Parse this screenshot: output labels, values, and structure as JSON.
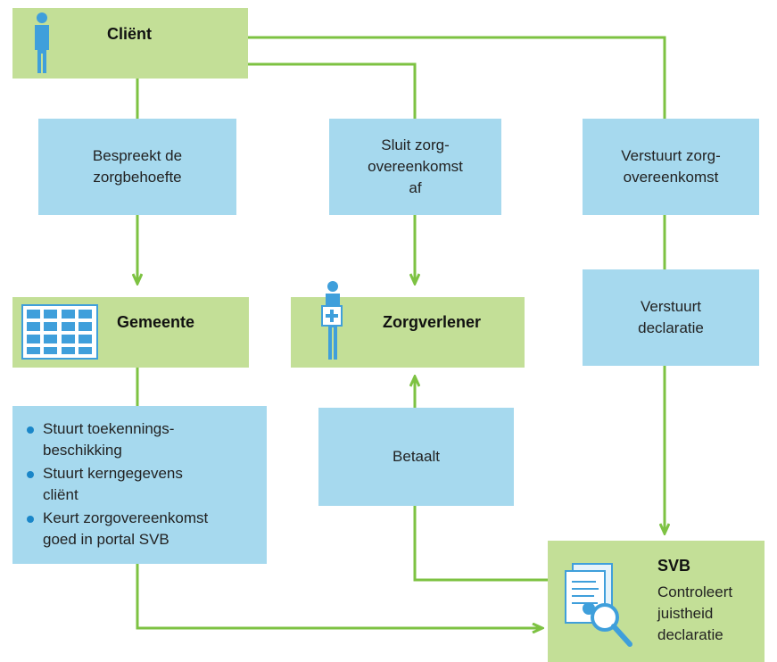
{
  "diagram": {
    "client": {
      "title": "Cliënt",
      "icon": "person-icon"
    },
    "gemeente": {
      "title": "Gemeente",
      "icon": "building-icon",
      "actions": [
        "Stuurt toekennings-\nbeschikking",
        "Stuurt kerngegevens\ncliënt",
        "Keurt zorgovereenkomst\ngoed in portal SVB"
      ]
    },
    "zorgverlener": {
      "title": "Zorgverlener",
      "icon": "caregiver-icon"
    },
    "svb": {
      "title": "SVB",
      "description": "Controleert\njuistheid\ndeclaratie",
      "icon": "document-magnifier-icon"
    },
    "steps": {
      "bespreekt": "Bespreekt de\nzorgbehoefte",
      "sluit": "Sluit zorg-\novereenkomst\naf",
      "verstuurt_overeenkomst": "Verstuurt zorg-\novereenkomst",
      "verstuurt_declaratie": "Verstuurt\ndeclaratie",
      "betaalt": "Betaalt"
    },
    "colors": {
      "entity": "#c3df97",
      "step": "#a6d9ee",
      "connector": "#7dc242",
      "bullet": "#1a86c8",
      "icon": "#3f9fdb"
    }
  }
}
